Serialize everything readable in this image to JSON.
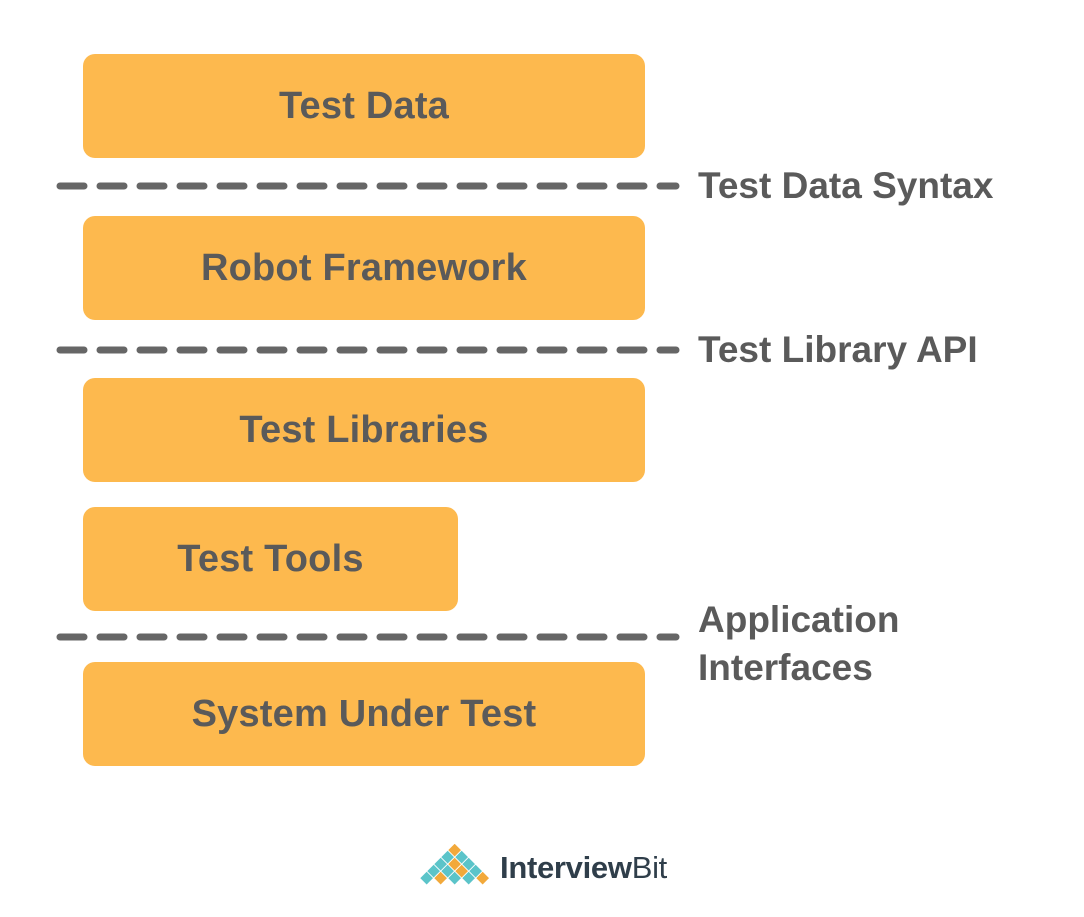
{
  "diagram": {
    "layers": {
      "test_data": "Test Data",
      "robot_framework": "Robot Framework",
      "test_libraries": "Test Libraries",
      "test_tools": "Test Tools",
      "system_under_test": "System Under Test"
    },
    "boundaries": {
      "test_data_syntax": "Test Data Syntax",
      "test_library_api": "Test Library API",
      "application_interfaces_line1": "Application",
      "application_interfaces_line2": "Interfaces"
    }
  },
  "branding": {
    "logo_main": "Interview",
    "logo_bold": "Bit"
  },
  "colors": {
    "layer_fill": "#FDB94E",
    "text": "#5a5a5a",
    "divider": "#666666",
    "logo_teal": "#5BC4C9",
    "logo_orange": "#F2A93B"
  }
}
